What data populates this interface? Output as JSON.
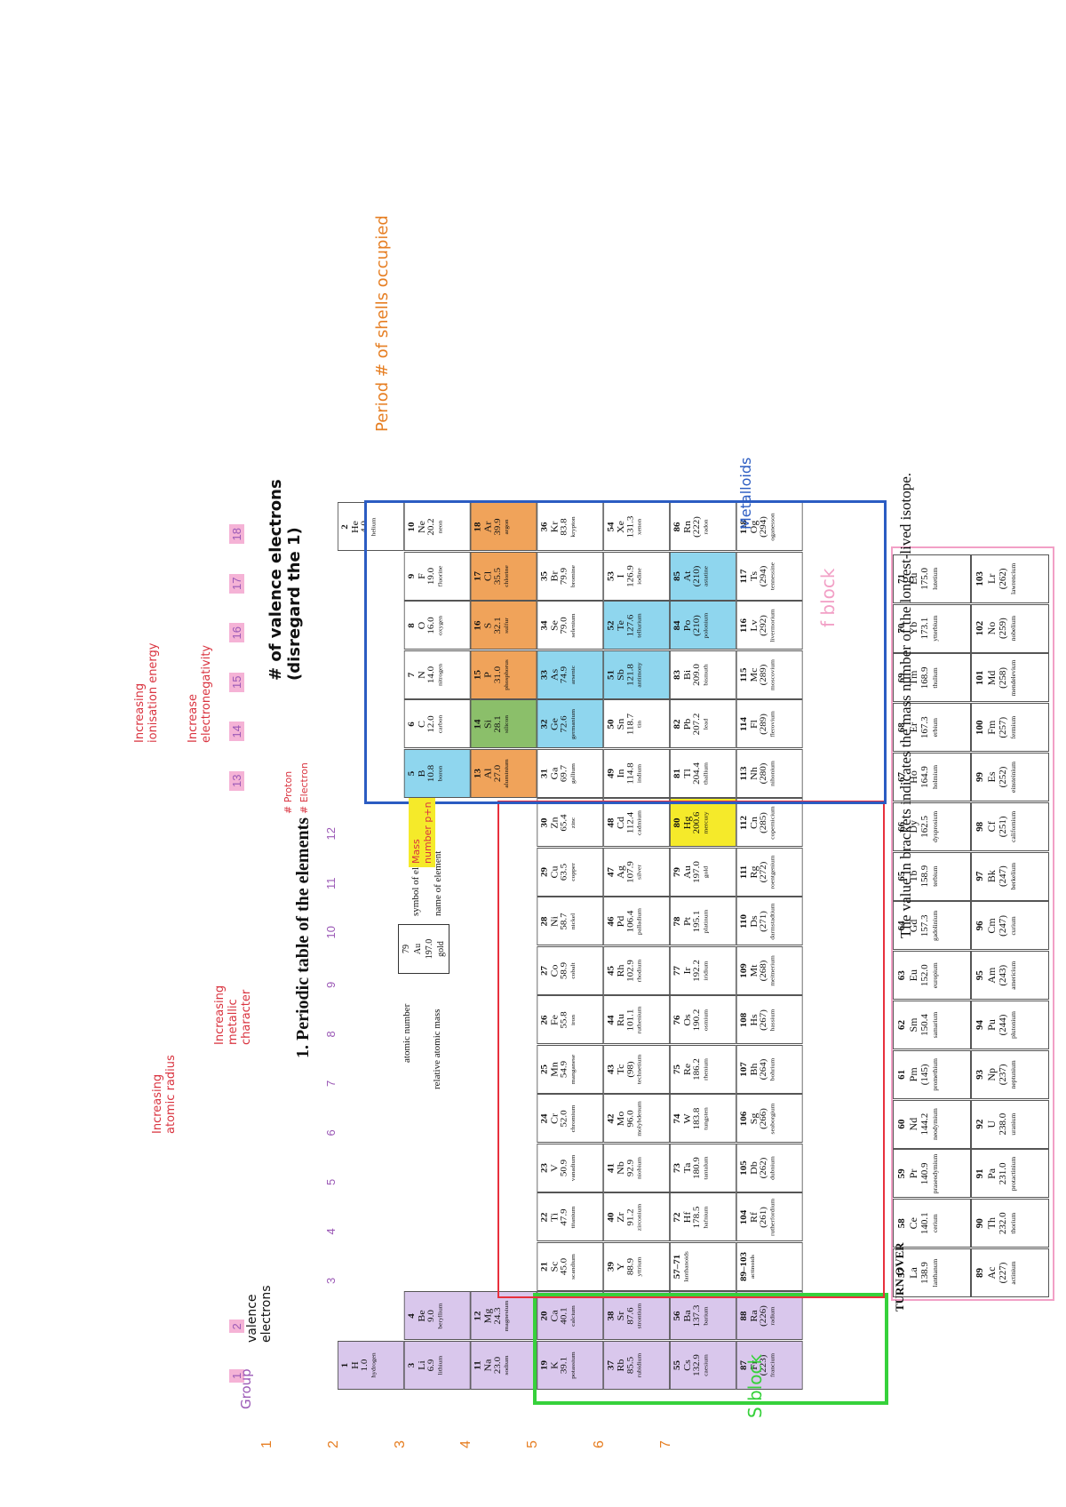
{
  "title": "1. Periodic table of the elements",
  "key": {
    "atomic_number_label": "atomic number",
    "mass_label": "relative atomic mass",
    "symbol_label": "symbol of element",
    "name_label": "name of element",
    "example_number": "79",
    "example_symbol": "Au",
    "example_mass": "197.0",
    "example_name": "gold"
  },
  "footer_note": "The value in brackets indicates the mass number of the longest-lived isotope.",
  "turn_over": "TURN OVER",
  "group_numbers": [
    "1",
    "2",
    "3",
    "4",
    "5",
    "6",
    "7",
    "8",
    "9",
    "10",
    "11",
    "12",
    "13",
    "14",
    "15",
    "16",
    "17",
    "18"
  ],
  "period_numbers": [
    "1",
    "2",
    "3",
    "4",
    "5",
    "6",
    "7"
  ],
  "annotations": {
    "group": "Group",
    "valence": "valence electrons",
    "radius": "Increasing atomic radius",
    "ionic": "Increasing metallic character",
    "ionisation": "Increasing ionisation energy",
    "electroneg": "Increase electronegativity",
    "valence_note": "# of valence electrons (disregard the 1)",
    "proton": "# Proton",
    "electron": "# Electron",
    "mass_number": "Mass number p+n",
    "period_note": "Period # of shells occupied",
    "metalloids": "Metalloids",
    "f_block": "f block",
    "s_block": "S block"
  },
  "elements": [
    {
      "n": "1",
      "s": "H",
      "m": "1.0",
      "name": "hydrogen",
      "g": 1,
      "p": 1
    },
    {
      "n": "2",
      "s": "He",
      "m": "4.0",
      "name": "helium",
      "g": 18,
      "p": 1
    },
    {
      "n": "3",
      "s": "Li",
      "m": "6.9",
      "name": "lithium",
      "g": 1,
      "p": 2
    },
    {
      "n": "4",
      "s": "Be",
      "m": "9.0",
      "name": "beryllium",
      "g": 2,
      "p": 2
    },
    {
      "n": "5",
      "s": "B",
      "m": "10.8",
      "name": "boron",
      "g": 13,
      "p": 2
    },
    {
      "n": "6",
      "s": "C",
      "m": "12.0",
      "name": "carbon",
      "g": 14,
      "p": 2
    },
    {
      "n": "7",
      "s": "N",
      "m": "14.0",
      "name": "nitrogen",
      "g": 15,
      "p": 2
    },
    {
      "n": "8",
      "s": "O",
      "m": "16.0",
      "name": "oxygen",
      "g": 16,
      "p": 2
    },
    {
      "n": "9",
      "s": "F",
      "m": "19.0",
      "name": "fluorine",
      "g": 17,
      "p": 2
    },
    {
      "n": "10",
      "s": "Ne",
      "m": "20.2",
      "name": "neon",
      "g": 18,
      "p": 2
    },
    {
      "n": "11",
      "s": "Na",
      "m": "23.0",
      "name": "sodium",
      "g": 1,
      "p": 3
    },
    {
      "n": "12",
      "s": "Mg",
      "m": "24.3",
      "name": "magnesium",
      "g": 2,
      "p": 3
    },
    {
      "n": "13",
      "s": "Al",
      "m": "27.0",
      "name": "aluminium",
      "g": 13,
      "p": 3
    },
    {
      "n": "14",
      "s": "Si",
      "m": "28.1",
      "name": "silicon",
      "g": 14,
      "p": 3
    },
    {
      "n": "15",
      "s": "P",
      "m": "31.0",
      "name": "phosphorus",
      "g": 15,
      "p": 3
    },
    {
      "n": "16",
      "s": "S",
      "m": "32.1",
      "name": "sulfur",
      "g": 16,
      "p": 3
    },
    {
      "n": "17",
      "s": "Cl",
      "m": "35.5",
      "name": "chlorine",
      "g": 17,
      "p": 3
    },
    {
      "n": "18",
      "s": "Ar",
      "m": "39.9",
      "name": "argon",
      "g": 18,
      "p": 3
    },
    {
      "n": "19",
      "s": "K",
      "m": "39.1",
      "name": "potassium",
      "g": 1,
      "p": 4
    },
    {
      "n": "20",
      "s": "Ca",
      "m": "40.1",
      "name": "calcium",
      "g": 2,
      "p": 4
    },
    {
      "n": "21",
      "s": "Sc",
      "m": "45.0",
      "name": "scandium",
      "g": 3,
      "p": 4
    },
    {
      "n": "22",
      "s": "Ti",
      "m": "47.9",
      "name": "titanium",
      "g": 4,
      "p": 4
    },
    {
      "n": "23",
      "s": "V",
      "m": "50.9",
      "name": "vanadium",
      "g": 5,
      "p": 4
    },
    {
      "n": "24",
      "s": "Cr",
      "m": "52.0",
      "name": "chromium",
      "g": 6,
      "p": 4
    },
    {
      "n": "25",
      "s": "Mn",
      "m": "54.9",
      "name": "manganese",
      "g": 7,
      "p": 4
    },
    {
      "n": "26",
      "s": "Fe",
      "m": "55.8",
      "name": "iron",
      "g": 8,
      "p": 4
    },
    {
      "n": "27",
      "s": "Co",
      "m": "58.9",
      "name": "cobalt",
      "g": 9,
      "p": 4
    },
    {
      "n": "28",
      "s": "Ni",
      "m": "58.7",
      "name": "nickel",
      "g": 10,
      "p": 4
    },
    {
      "n": "29",
      "s": "Cu",
      "m": "63.5",
      "name": "copper",
      "g": 11,
      "p": 4
    },
    {
      "n": "30",
      "s": "Zn",
      "m": "65.4",
      "name": "zinc",
      "g": 12,
      "p": 4
    },
    {
      "n": "31",
      "s": "Ga",
      "m": "69.7",
      "name": "gallium",
      "g": 13,
      "p": 4
    },
    {
      "n": "32",
      "s": "Ge",
      "m": "72.6",
      "name": "germanium",
      "g": 14,
      "p": 4
    },
    {
      "n": "33",
      "s": "As",
      "m": "74.9",
      "name": "arsenic",
      "g": 15,
      "p": 4
    },
    {
      "n": "34",
      "s": "Se",
      "m": "79.0",
      "name": "selenium",
      "g": 16,
      "p": 4
    },
    {
      "n": "35",
      "s": "Br",
      "m": "79.9",
      "name": "bromine",
      "g": 17,
      "p": 4
    },
    {
      "n": "36",
      "s": "Kr",
      "m": "83.8",
      "name": "krypton",
      "g": 18,
      "p": 4
    },
    {
      "n": "37",
      "s": "Rb",
      "m": "85.5",
      "name": "rubidium",
      "g": 1,
      "p": 5
    },
    {
      "n": "38",
      "s": "Sr",
      "m": "87.6",
      "name": "strontium",
      "g": 2,
      "p": 5
    },
    {
      "n": "39",
      "s": "Y",
      "m": "88.9",
      "name": "yttrium",
      "g": 3,
      "p": 5
    },
    {
      "n": "40",
      "s": "Zr",
      "m": "91.2",
      "name": "zirconium",
      "g": 4,
      "p": 5
    },
    {
      "n": "41",
      "s": "Nb",
      "m": "92.9",
      "name": "niobium",
      "g": 5,
      "p": 5
    },
    {
      "n": "42",
      "s": "Mo",
      "m": "96.0",
      "name": "molybdenum",
      "g": 6,
      "p": 5
    },
    {
      "n": "43",
      "s": "Tc",
      "m": "(98)",
      "name": "technetium",
      "g": 7,
      "p": 5
    },
    {
      "n": "44",
      "s": "Ru",
      "m": "101.1",
      "name": "ruthenium",
      "g": 8,
      "p": 5
    },
    {
      "n": "45",
      "s": "Rh",
      "m": "102.9",
      "name": "rhodium",
      "g": 9,
      "p": 5
    },
    {
      "n": "46",
      "s": "Pd",
      "m": "106.4",
      "name": "palladium",
      "g": 10,
      "p": 5
    },
    {
      "n": "47",
      "s": "Ag",
      "m": "107.9",
      "name": "silver",
      "g": 11,
      "p": 5
    },
    {
      "n": "48",
      "s": "Cd",
      "m": "112.4",
      "name": "cadmium",
      "g": 12,
      "p": 5
    },
    {
      "n": "49",
      "s": "In",
      "m": "114.8",
      "name": "indium",
      "g": 13,
      "p": 5
    },
    {
      "n": "50",
      "s": "Sn",
      "m": "118.7",
      "name": "tin",
      "g": 14,
      "p": 5
    },
    {
      "n": "51",
      "s": "Sb",
      "m": "121.8",
      "name": "antimony",
      "g": 15,
      "p": 5
    },
    {
      "n": "52",
      "s": "Te",
      "m": "127.6",
      "name": "tellurium",
      "g": 16,
      "p": 5
    },
    {
      "n": "53",
      "s": "I",
      "m": "126.9",
      "name": "iodine",
      "g": 17,
      "p": 5
    },
    {
      "n": "54",
      "s": "Xe",
      "m": "131.3",
      "name": "xenon",
      "g": 18,
      "p": 5
    },
    {
      "n": "55",
      "s": "Cs",
      "m": "132.9",
      "name": "caesium",
      "g": 1,
      "p": 6
    },
    {
      "n": "56",
      "s": "Ba",
      "m": "137.3",
      "name": "barium",
      "g": 2,
      "p": 6
    },
    {
      "n": "57–71",
      "s": "",
      "m": "",
      "name": "lanthanoids",
      "g": 3,
      "p": 6
    },
    {
      "n": "72",
      "s": "Hf",
      "m": "178.5",
      "name": "hafnium",
      "g": 4,
      "p": 6
    },
    {
      "n": "73",
      "s": "Ta",
      "m": "180.9",
      "name": "tantalum",
      "g": 5,
      "p": 6
    },
    {
      "n": "74",
      "s": "W",
      "m": "183.8",
      "name": "tungsten",
      "g": 6,
      "p": 6
    },
    {
      "n": "75",
      "s": "Re",
      "m": "186.2",
      "name": "rhenium",
      "g": 7,
      "p": 6
    },
    {
      "n": "76",
      "s": "Os",
      "m": "190.2",
      "name": "osmium",
      "g": 8,
      "p": 6
    },
    {
      "n": "77",
      "s": "Ir",
      "m": "192.2",
      "name": "iridium",
      "g": 9,
      "p": 6
    },
    {
      "n": "78",
      "s": "Pt",
      "m": "195.1",
      "name": "platinum",
      "g": 10,
      "p": 6
    },
    {
      "n": "79",
      "s": "Au",
      "m": "197.0",
      "name": "gold",
      "g": 11,
      "p": 6
    },
    {
      "n": "80",
      "s": "Hg",
      "m": "200.6",
      "name": "mercury",
      "g": 12,
      "p": 6
    },
    {
      "n": "81",
      "s": "Tl",
      "m": "204.4",
      "name": "thallium",
      "g": 13,
      "p": 6
    },
    {
      "n": "82",
      "s": "Pb",
      "m": "207.2",
      "name": "lead",
      "g": 14,
      "p": 6
    },
    {
      "n": "83",
      "s": "Bi",
      "m": "209.0",
      "name": "bismuth",
      "g": 15,
      "p": 6
    },
    {
      "n": "84",
      "s": "Po",
      "m": "(210)",
      "name": "polonium",
      "g": 16,
      "p": 6
    },
    {
      "n": "85",
      "s": "At",
      "m": "(210)",
      "name": "astatine",
      "g": 17,
      "p": 6
    },
    {
      "n": "86",
      "s": "Rn",
      "m": "(222)",
      "name": "radon",
      "g": 18,
      "p": 6
    },
    {
      "n": "87",
      "s": "Fr",
      "m": "(223)",
      "name": "francium",
      "g": 1,
      "p": 7
    },
    {
      "n": "88",
      "s": "Ra",
      "m": "(226)",
      "name": "radium",
      "g": 2,
      "p": 7
    },
    {
      "n": "89–103",
      "s": "",
      "m": "",
      "name": "actinoids",
      "g": 3,
      "p": 7
    },
    {
      "n": "104",
      "s": "Rf",
      "m": "(261)",
      "name": "rutherfordium",
      "g": 4,
      "p": 7
    },
    {
      "n": "105",
      "s": "Db",
      "m": "(262)",
      "name": "dubnium",
      "g": 5,
      "p": 7
    },
    {
      "n": "106",
      "s": "Sg",
      "m": "(266)",
      "name": "seaborgium",
      "g": 6,
      "p": 7
    },
    {
      "n": "107",
      "s": "Bh",
      "m": "(264)",
      "name": "bohrium",
      "g": 7,
      "p": 7
    },
    {
      "n": "108",
      "s": "Hs",
      "m": "(267)",
      "name": "hassium",
      "g": 8,
      "p": 7
    },
    {
      "n": "109",
      "s": "Mt",
      "m": "(268)",
      "name": "meitnerium",
      "g": 9,
      "p": 7
    },
    {
      "n": "110",
      "s": "Ds",
      "m": "(271)",
      "name": "darmstadtium",
      "g": 10,
      "p": 7
    },
    {
      "n": "111",
      "s": "Rg",
      "m": "(272)",
      "name": "roentgenium",
      "g": 11,
      "p": 7
    },
    {
      "n": "112",
      "s": "Cn",
      "m": "(285)",
      "name": "copernicium",
      "g": 12,
      "p": 7
    },
    {
      "n": "113",
      "s": "Nh",
      "m": "(280)",
      "name": "nihonium",
      "g": 13,
      "p": 7
    },
    {
      "n": "114",
      "s": "Fl",
      "m": "(289)",
      "name": "flerovium",
      "g": 14,
      "p": 7
    },
    {
      "n": "115",
      "s": "Mc",
      "m": "(289)",
      "name": "moscovium",
      "g": 15,
      "p": 7
    },
    {
      "n": "116",
      "s": "Lv",
      "m": "(292)",
      "name": "livermorium",
      "g": 16,
      "p": 7
    },
    {
      "n": "117",
      "s": "Ts",
      "m": "(294)",
      "name": "tennessine",
      "g": 17,
      "p": 7
    },
    {
      "n": "118",
      "s": "Og",
      "m": "(294)",
      "name": "oganesson",
      "g": 18,
      "p": 7
    }
  ],
  "lanthanoids": [
    {
      "n": "57",
      "s": "La",
      "m": "138.9",
      "name": "lanthanum"
    },
    {
      "n": "58",
      "s": "Ce",
      "m": "140.1",
      "name": "cerium"
    },
    {
      "n": "59",
      "s": "Pr",
      "m": "140.9",
      "name": "praseodymium"
    },
    {
      "n": "60",
      "s": "Nd",
      "m": "144.2",
      "name": "neodymium"
    },
    {
      "n": "61",
      "s": "Pm",
      "m": "(145)",
      "name": "promethium"
    },
    {
      "n": "62",
      "s": "Sm",
      "m": "150.4",
      "name": "samarium"
    },
    {
      "n": "63",
      "s": "Eu",
      "m": "152.0",
      "name": "europium"
    },
    {
      "n": "64",
      "s": "Gd",
      "m": "157.3",
      "name": "gadolinium"
    },
    {
      "n": "65",
      "s": "Tb",
      "m": "158.9",
      "name": "terbium"
    },
    {
      "n": "66",
      "s": "Dy",
      "m": "162.5",
      "name": "dysprosium"
    },
    {
      "n": "67",
      "s": "Ho",
      "m": "164.9",
      "name": "holmium"
    },
    {
      "n": "68",
      "s": "Er",
      "m": "167.3",
      "name": "erbium"
    },
    {
      "n": "69",
      "s": "Tm",
      "m": "168.9",
      "name": "thulium"
    },
    {
      "n": "70",
      "s": "Yb",
      "m": "173.1",
      "name": "ytterbium"
    },
    {
      "n": "71",
      "s": "Lu",
      "m": "175.0",
      "name": "lutetium"
    }
  ],
  "actinoids": [
    {
      "n": "89",
      "s": "Ac",
      "m": "(227)",
      "name": "actinium"
    },
    {
      "n": "90",
      "s": "Th",
      "m": "232.0",
      "name": "thorium"
    },
    {
      "n": "91",
      "s": "Pa",
      "m": "231.0",
      "name": "protactinium"
    },
    {
      "n": "92",
      "s": "U",
      "m": "238.0",
      "name": "uranium"
    },
    {
      "n": "93",
      "s": "Np",
      "m": "(237)",
      "name": "neptunium"
    },
    {
      "n": "94",
      "s": "Pu",
      "m": "(244)",
      "name": "plutonium"
    },
    {
      "n": "95",
      "s": "Am",
      "m": "(243)",
      "name": "americium"
    },
    {
      "n": "96",
      "s": "Cm",
      "m": "(247)",
      "name": "curium"
    },
    {
      "n": "97",
      "s": "Bk",
      "m": "(247)",
      "name": "berkelium"
    },
    {
      "n": "98",
      "s": "Cf",
      "m": "(251)",
      "name": "californium"
    },
    {
      "n": "99",
      "s": "Es",
      "m": "(252)",
      "name": "einsteinium"
    },
    {
      "n": "100",
      "s": "Fm",
      "m": "(257)",
      "name": "fermium"
    },
    {
      "n": "101",
      "s": "Md",
      "m": "(258)",
      "name": "mendelevium"
    },
    {
      "n": "102",
      "s": "No",
      "m": "(259)",
      "name": "nobelium"
    },
    {
      "n": "103",
      "s": "Lr",
      "m": "(262)",
      "name": "lawrencium"
    }
  ],
  "colors": {
    "s_block_fill": "#d9c7ec",
    "group2_fill": "#d9c7ec",
    "noble_orange": "#f0a35a",
    "metalloid_blue": "#8fd6ee",
    "silicon_green": "#8bbf6a",
    "mercury_yellow": "#f5ea2a",
    "green_outline": "#36d13b",
    "red_outline": "#e8303d",
    "blue_outline": "#2b5cc2",
    "pink_outline": "#f2a0c6",
    "orange_ink": "#e67e22",
    "purple_ink": "#9b59b6",
    "red_ink": "#d9333f"
  }
}
